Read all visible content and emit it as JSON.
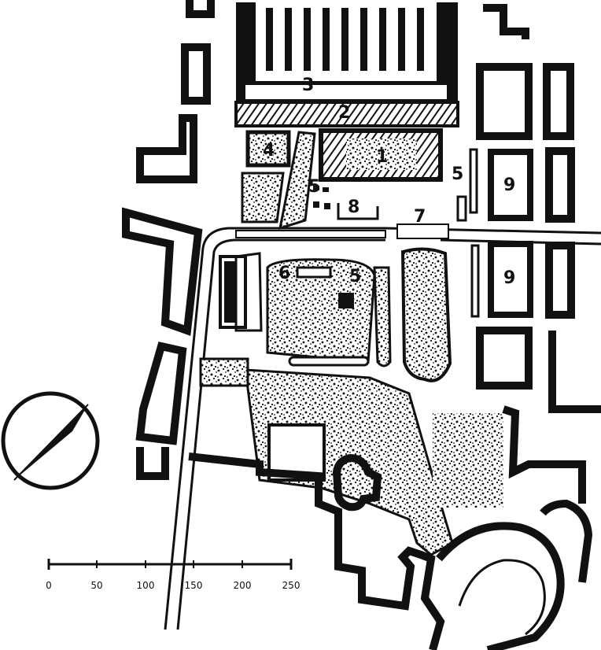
{
  "map_labels": {
    "l1": "1",
    "l2": "2",
    "l3": "3",
    "l4": "4",
    "l5a": "5",
    "l5b": "5",
    "l5c": "5",
    "l6": "6",
    "l7": "7",
    "l8": "8",
    "l9a": "9",
    "l9b": "9"
  },
  "scale_bar": {
    "ticks": [
      "0",
      "50",
      "100",
      "150",
      "200",
      "250"
    ]
  },
  "colors": {
    "ink": "#111111",
    "paper": "#ffffff"
  }
}
